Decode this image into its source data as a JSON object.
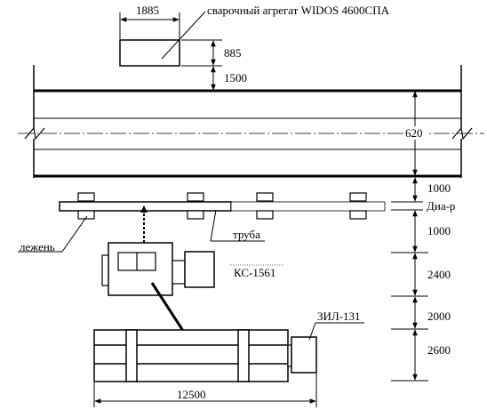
{
  "labels": {
    "welder_width": "1885",
    "welder_name": "сварочный агрегат WIDOS 4600СПА",
    "welder_depth": "885",
    "gap_to_road": "1500",
    "road_width": "620",
    "gap_to_pipe": "1000",
    "pipe_diameter": "Диа-р",
    "pipe_to_crane": "1000",
    "crane_length": "2400",
    "crane_to_truck": "2000",
    "truck_width": "2600",
    "truck_length": "12500",
    "pipe": "труба",
    "skid": "лежень",
    "crane": "КС-1561",
    "truck": "ЗИЛ-131"
  }
}
